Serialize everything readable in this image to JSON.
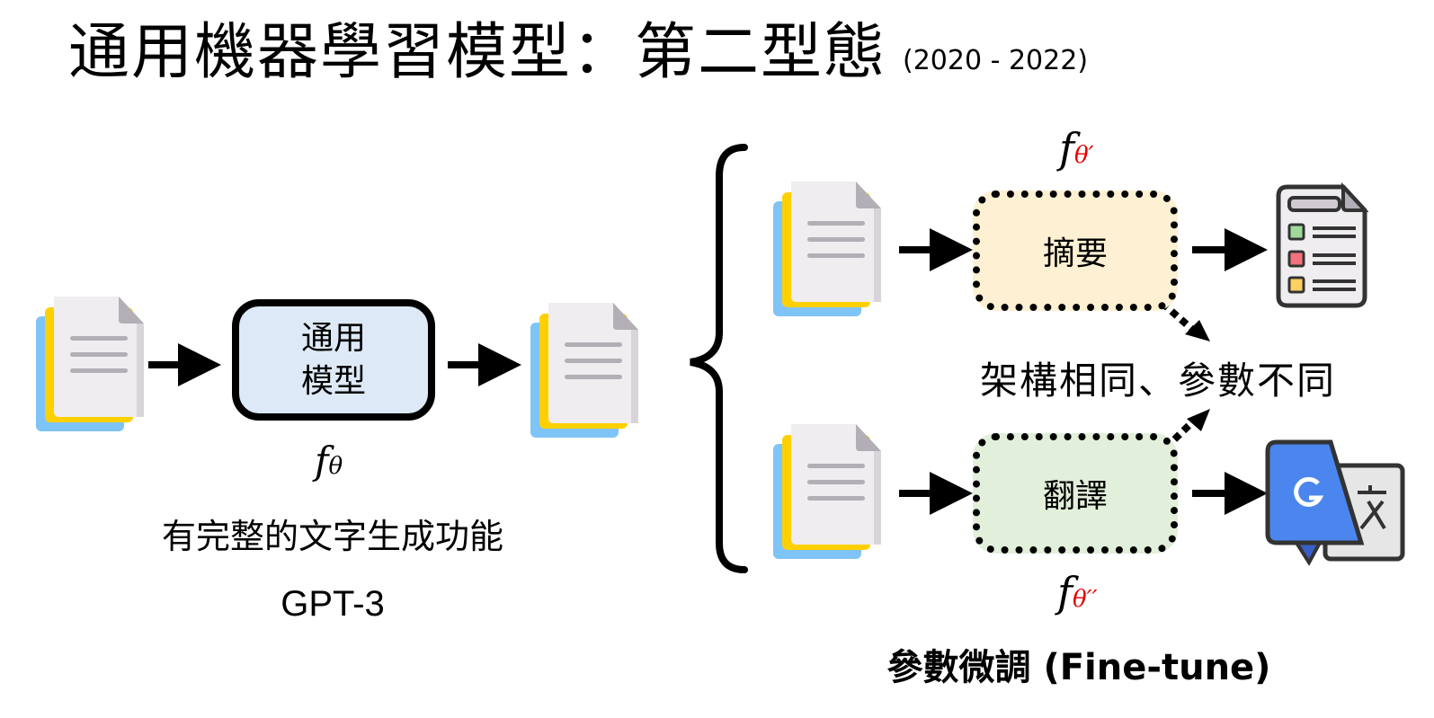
{
  "title": {
    "main": "通用機器學習模型：第二型態",
    "years": "(2020 - 2022)"
  },
  "left": {
    "model_box_line1": "通用",
    "model_box_line2": "模型",
    "model_func": "f",
    "model_func_sub": "θ",
    "description": "有完整的文字生成功能",
    "model_name": "GPT-3"
  },
  "right": {
    "summary_task": "摘要",
    "summary_func": "f",
    "summary_func_sub": "θ′",
    "translate_task": "翻譯",
    "translate_func": "f",
    "translate_func_sub": "θ′′",
    "note": "架構相同、參數不同",
    "caption": "參數微調 (Fine-tune)"
  },
  "icons": {
    "input_doc": "document-stack-icon",
    "summary_output": "checklist-document-icon",
    "translate_output": "google-translate-icon"
  },
  "colors": {
    "model_box_fill": "#dde9f6",
    "summary_box_fill": "#fdf0d3",
    "translate_box_fill": "#e2efdb",
    "param_highlight": "#e60000",
    "doc_blue": "#7fc4f7",
    "doc_yellow": "#ffd000",
    "doc_paper": "#efedf0"
  }
}
